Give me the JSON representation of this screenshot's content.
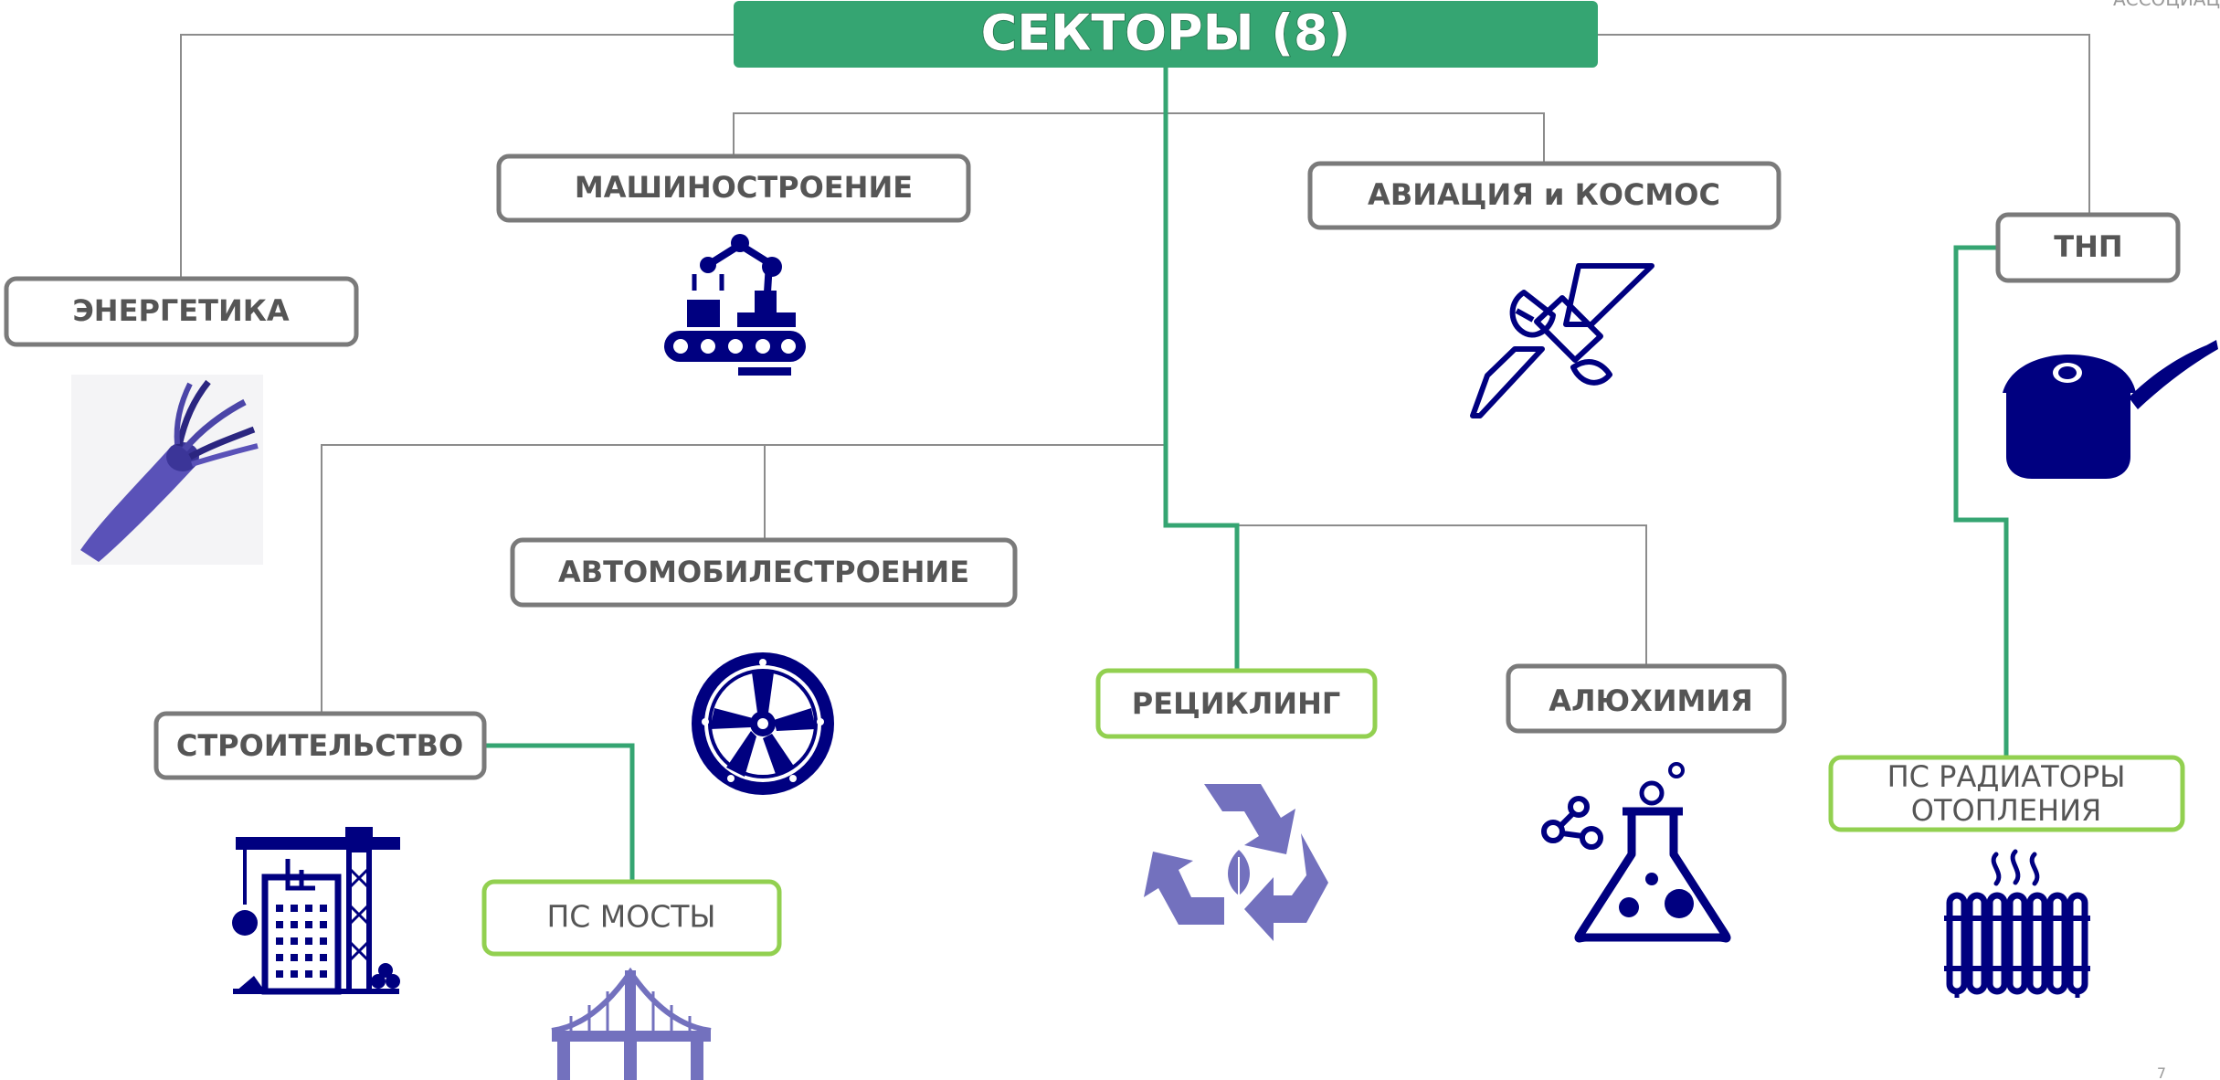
{
  "header": {
    "title": "СЕКТОРЫ (8)",
    "corner_text": "АССОЦИАЦ",
    "page_number": "7"
  },
  "sectors": {
    "energy": "ЭНЕРГЕТИКА",
    "machinery": "МАШИНОСТРОЕНИЕ",
    "aerospace": "АВИАЦИЯ и КОСМОС",
    "consumer": "ТНП",
    "automotive": "АВТОМОБИЛЕСТРОЕНИЕ",
    "construction": "СТРОИТЕЛЬСТВО",
    "recycling": "РЕЦИКЛИНГ",
    "alchemistry": "АЛЮХИМИЯ"
  },
  "subsectors": {
    "bridges": "ПС МОСТЫ",
    "radiators_line1": "ПС РАДИАТОРЫ",
    "radiators_line2": "ОТОПЛЕНИЯ"
  },
  "icons": {
    "energy": "cable-icon",
    "machinery": "robot-arm-conveyor-icon",
    "aerospace": "satellite-icon",
    "consumer": "saucepan-icon",
    "automotive": "wheel-rim-icon",
    "construction": "construction-crane-icon",
    "bridges": "bridge-icon",
    "recycling": "recycle-icon",
    "alchemistry": "chemistry-flask-icon",
    "radiators": "radiator-icon"
  },
  "colors": {
    "title_bar": "#35a572",
    "sector_border": "#7a7a7a",
    "subsector_border": "#92d050",
    "icon_navy": "#000080",
    "icon_violet": "#7371be"
  }
}
